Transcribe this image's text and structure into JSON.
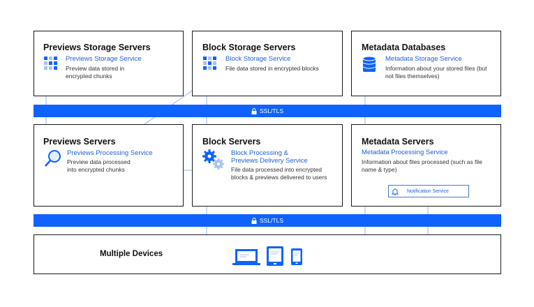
{
  "boxes": {
    "previews_storage": {
      "title": "Previews Storage Servers",
      "service": "Previews Storage Service",
      "desc_lines": [
        "Preview data stored in",
        "encrypted chunks"
      ]
    },
    "block_storage": {
      "title": "Block Storage Servers",
      "service": "Block Storage Service",
      "desc_lines": [
        "File data stored in encrypted blocks"
      ]
    },
    "metadata_db": {
      "title": "Metadata Databases",
      "service": "Metadata Storage Service",
      "desc_lines": [
        "Information about your stored files (but",
        "not files themselves)"
      ]
    },
    "previews_servers": {
      "title": "Previews Servers",
      "service": "Previews Processing Service",
      "desc_lines": [
        "Preview data processed",
        "into encrypted chunks"
      ]
    },
    "block_servers": {
      "title": "Block Servers",
      "service_lines": [
        "Block Processing &",
        "Previews Delivery Service"
      ],
      "desc_lines": [
        "File data processed into encrypted",
        "blocks & previews delivered to users"
      ]
    },
    "metadata_servers": {
      "title": "Metadata Servers",
      "service": "Metadata Processing Service",
      "desc_lines": [
        "Information about files processed (such as file",
        "name & type)"
      ],
      "notification": "Notification Service"
    },
    "devices": {
      "title": "Multiple Devices"
    }
  },
  "bars": {
    "top": "SSL/TLS",
    "bottom": "SSL/TLS"
  },
  "colors": {
    "accent": "#0f62fe",
    "service_text": "#1f5fd6",
    "arrow": "#a7c4ee",
    "icon_light": "#a8c3f0"
  }
}
